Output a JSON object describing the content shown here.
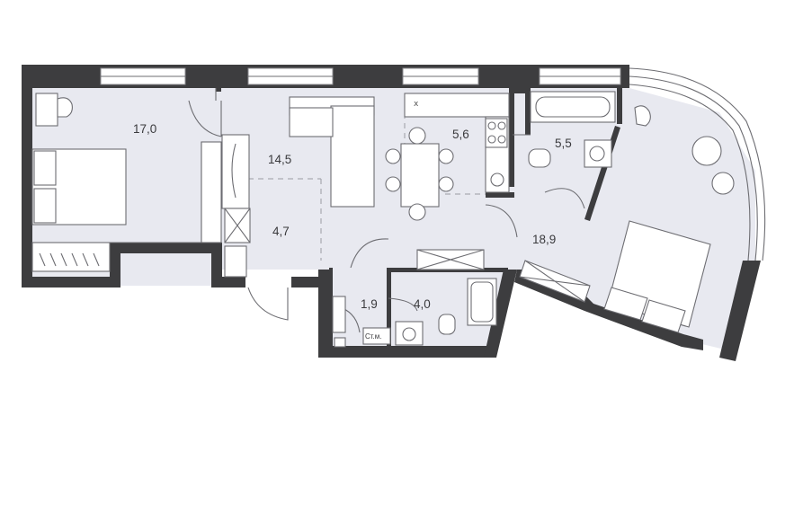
{
  "rooms": [
    {
      "id": "bedroom-left",
      "area": "17,0"
    },
    {
      "id": "living-room",
      "area": "14,5"
    },
    {
      "id": "kitchen",
      "area": "5,6"
    },
    {
      "id": "hall",
      "area": "4,7"
    },
    {
      "id": "bathroom-master",
      "area": "5,5"
    },
    {
      "id": "bedroom-right",
      "area": "18,9"
    },
    {
      "id": "utility-closet",
      "area": "1,9"
    },
    {
      "id": "bathroom-guest",
      "area": "4,0"
    }
  ],
  "labels": {
    "utility_tag": "Ст.м.",
    "vent_mark": "x"
  },
  "icons": [
    "door-swing-icon",
    "bed-icon",
    "sofa-icon",
    "bathtub-icon",
    "toilet-icon",
    "sink-icon",
    "shower-icon",
    "stove-icon",
    "chair-icon",
    "table-icon",
    "wardrobe-icon"
  ],
  "colors": {
    "floor": "#e8e9f0",
    "wall": "#3d3d3f",
    "line": "#6d6d72"
  }
}
